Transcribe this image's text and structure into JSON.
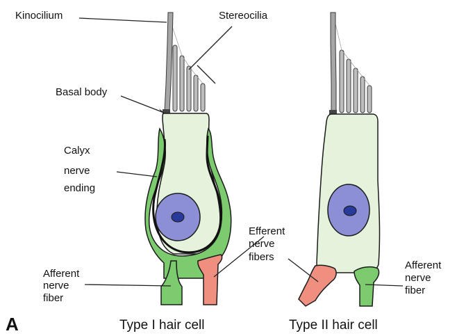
{
  "colors": {
    "cell_body": "#e6f3dc",
    "nucleus": "#8d8fd6",
    "nucleolus": "#283a9a",
    "calyx": "#7ccb6f",
    "afferent": "#7ccb6f",
    "efferent": "#ee8f80",
    "cilia": "#bdbdbd",
    "kinocilium": "#a6a6a6",
    "basal_body": "#444444",
    "outline": "#1a1a1a"
  },
  "labels": {
    "kinocilium": "Kinocilium",
    "stereocilia": "Stereocilia",
    "basal_body": "Basal body",
    "calyx_line1": "Calyx",
    "calyx_line2": "nerve",
    "calyx_line3": "ending",
    "afferent_left_line1": "Afferent",
    "afferent_left_line2": "nerve",
    "afferent_left_line3": "fiber",
    "efferent_line1": "Efferent",
    "efferent_line2": "nerve",
    "efferent_line3": "fibers",
    "afferent_right_line1": "Afferent",
    "afferent_right_line2": "nerve",
    "afferent_right_line3": "fiber"
  },
  "captions": {
    "panel": "A",
    "type1": "Type I hair cell",
    "type2": "Type II hair cell"
  }
}
